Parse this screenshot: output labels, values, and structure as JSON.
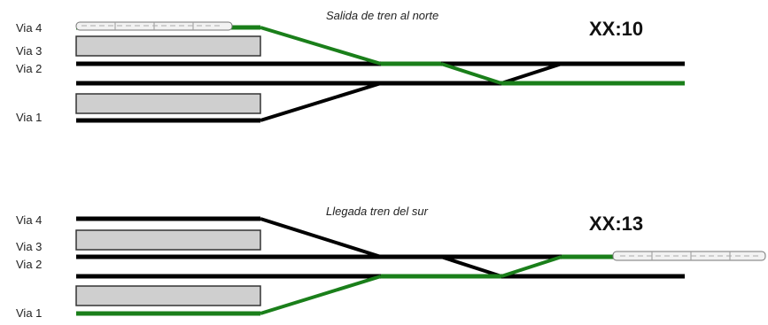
{
  "colors": {
    "active_route": "#1a7f1a",
    "track": "#000000",
    "platform_fill": "#cfcfcf",
    "platform_stroke": "#333333",
    "train_body": "#f2f2f2"
  },
  "panels": [
    {
      "title": "Salida de tren al norte",
      "time": "XX:10",
      "tracks": [
        "Via 4",
        "Via 3",
        "Via 2",
        "Via 1"
      ]
    },
    {
      "title": "Llegada tren del sur",
      "time": "XX:13",
      "tracks": [
        "Via 4",
        "Via 3",
        "Via 2",
        "Via 1"
      ]
    }
  ]
}
